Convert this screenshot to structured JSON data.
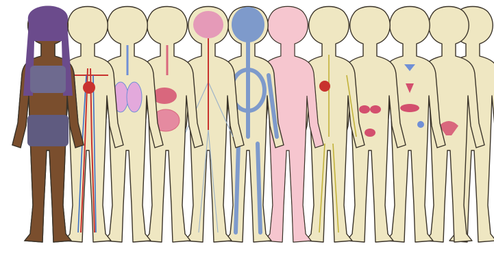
{
  "illustration": {
    "figure_count": 12,
    "figures": [
      {
        "system": "skin-person",
        "overlay_color": "#6b4b8c"
      },
      {
        "system": "circulatory",
        "overlay_color": "#c8322e"
      },
      {
        "system": "respiratory",
        "overlay_color": "#6f8fd6"
      },
      {
        "system": "digestive",
        "overlay_color": "#d9677d"
      },
      {
        "system": "nervous",
        "overlay_color": "#e59ab8"
      },
      {
        "system": "skeletal",
        "overlay_color": "#7e9acb"
      },
      {
        "system": "muscular",
        "overlay_color": "#f6c6cf"
      },
      {
        "system": "lymphatic",
        "overlay_color": "#c2b23a"
      },
      {
        "system": "urinary",
        "overlay_color": "#d34f6e"
      },
      {
        "system": "endocrine",
        "overlay_color": "#6f8fd6"
      },
      {
        "system": "reproductive",
        "overlay_color": "#d9677d"
      },
      {
        "system": "blank-outline",
        "overlay_color": "#efe7c2"
      }
    ],
    "colors": {
      "body_fill": "#efe7c2",
      "body_outline": "#3a3329",
      "background": "#ffffff"
    }
  }
}
